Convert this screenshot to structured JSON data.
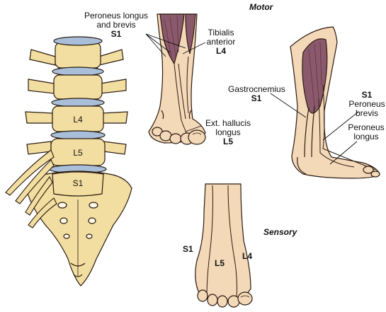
{
  "headings": {
    "motor": "Motor",
    "sensory": "Sensory"
  },
  "vertebrae": {
    "l4": "L4",
    "l5": "L5",
    "s1": "S1"
  },
  "front_leg": {
    "peroneus": {
      "line1": "Peroneus longus",
      "line2": "and brevis",
      "root": "S1"
    },
    "tibialis": {
      "line1": "Tibialis",
      "line2": "anterior",
      "root": "L4"
    },
    "hallucis": {
      "line1": "Ext. hallucis",
      "line2": "longus",
      "root": "L5"
    }
  },
  "side_leg": {
    "gastrocnemius": {
      "line1": "Gastrocnemius",
      "root": "S1"
    },
    "peroneus_brevis": {
      "root": "S1",
      "line1": "Peroneus",
      "line2": "brevis"
    },
    "peroneus_longus": {
      "line1": "Peroneus",
      "line2": "longus"
    }
  },
  "dermatomes": {
    "s1": "S1",
    "l5": "L5",
    "l4": "L4"
  },
  "colors": {
    "skin": "#f4d9b8",
    "bone": "#f2dea0",
    "disc": "#a9bfd9",
    "muscle": "#8a5a6c",
    "outline": "#2a1a10"
  }
}
